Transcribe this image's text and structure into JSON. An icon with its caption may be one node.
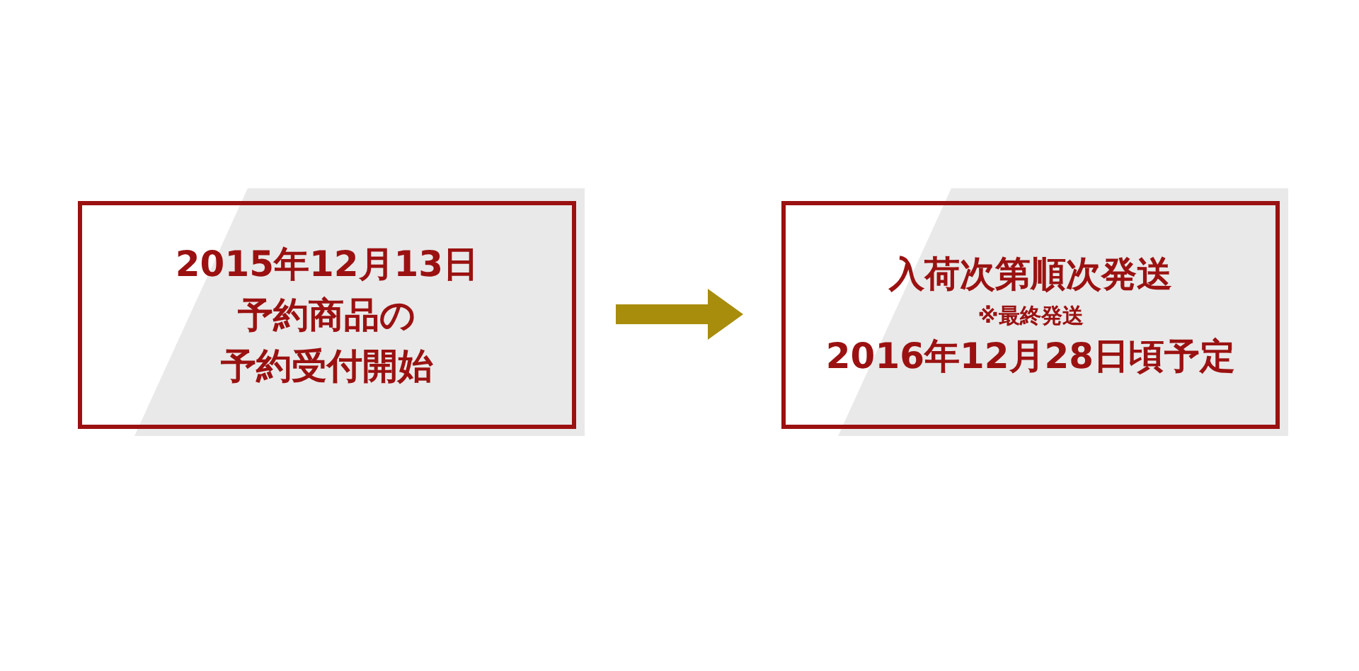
{
  "diagram": {
    "nodes": [
      {
        "text": [
          "2015年12月13日",
          "予約商品の",
          "予約受付開始"
        ]
      },
      {
        "text": [
          "入荷次第順次発送",
          "※最終発送",
          "2016年12月28日頃予定"
        ]
      }
    ],
    "edges": [
      {
        "from": 0,
        "to": 1,
        "arrow": "to",
        "color": "#a88c0c"
      }
    ]
  }
}
